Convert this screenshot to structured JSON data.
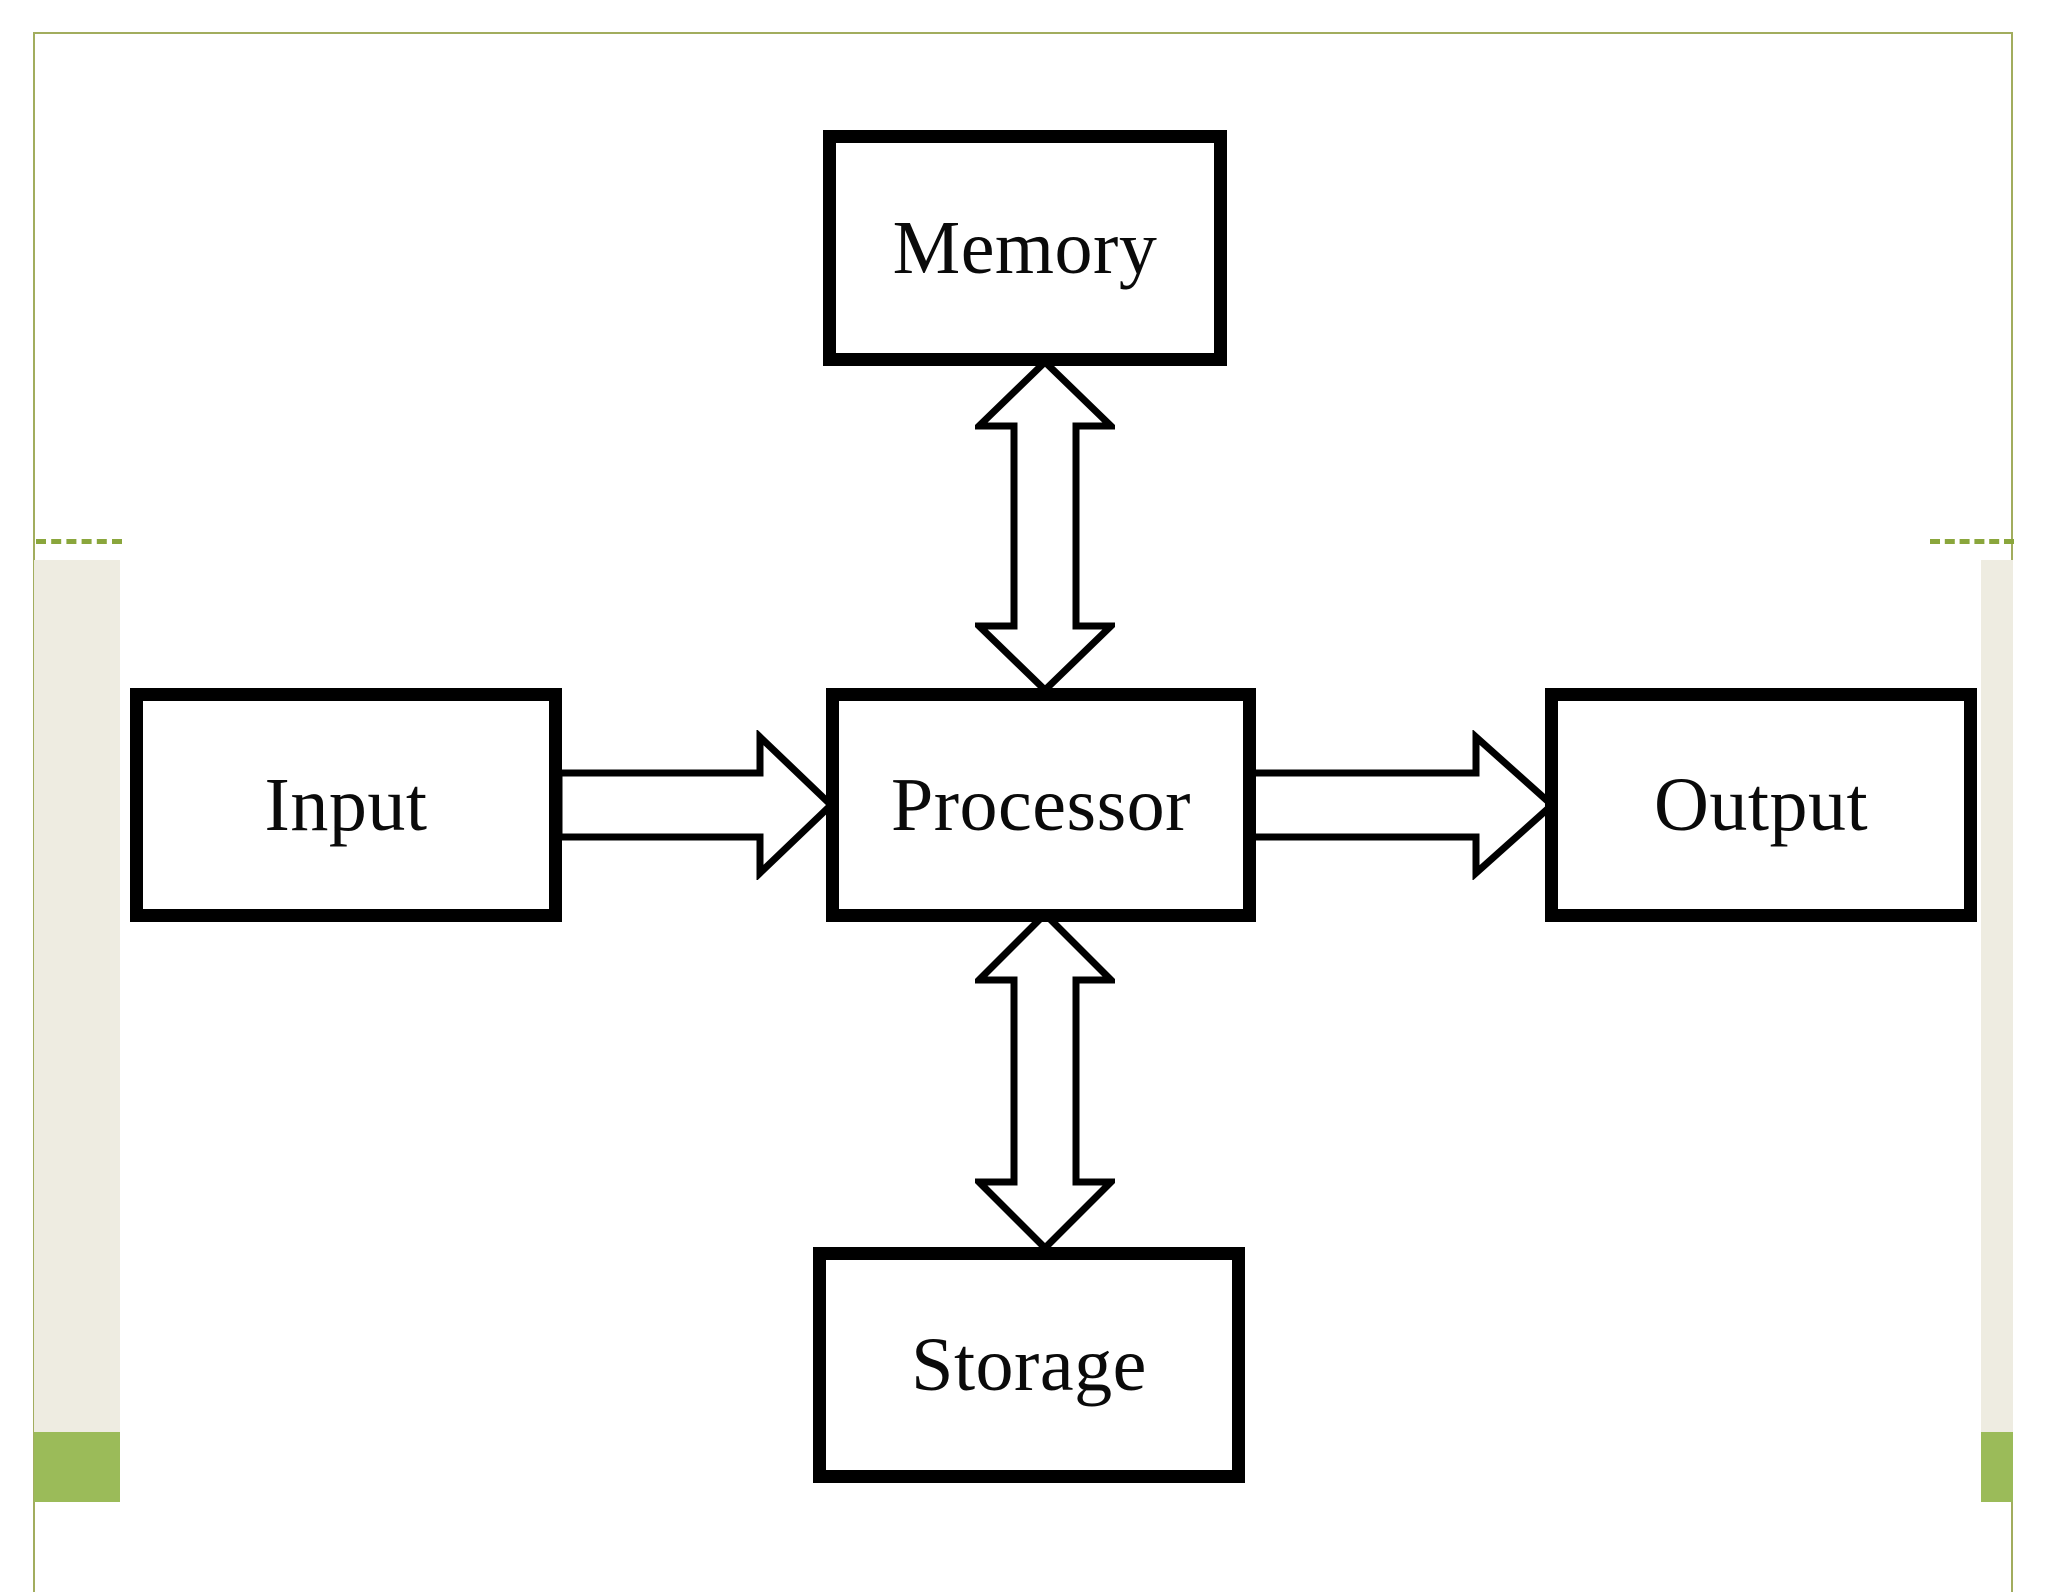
{
  "slide": {
    "background_color": "#ffffff",
    "frame": {
      "border_color": "#a2ad5e",
      "band_color": "#eeece1",
      "accent_block_color": "#9bbb59",
      "dash_rule_color": "#8aa63c"
    }
  },
  "diagram": {
    "title": "",
    "type": "block-diagram",
    "node_border_color": "#000000",
    "node_fill_color": "#ffffff",
    "nodes": [
      {
        "id": "memory",
        "label": "Memory"
      },
      {
        "id": "input",
        "label": "Input"
      },
      {
        "id": "processor",
        "label": "Processor"
      },
      {
        "id": "output",
        "label": "Output"
      },
      {
        "id": "storage",
        "label": "Storage"
      }
    ],
    "connectors": [
      {
        "id": "input-processor",
        "from": "input",
        "to": "processor",
        "style": "block-arrow",
        "direction": "single",
        "orientation": "horizontal"
      },
      {
        "id": "processor-output",
        "from": "processor",
        "to": "output",
        "style": "block-arrow",
        "direction": "single",
        "orientation": "horizontal"
      },
      {
        "id": "memory-processor",
        "from": "memory",
        "to": "processor",
        "style": "block-arrow",
        "direction": "double",
        "orientation": "vertical"
      },
      {
        "id": "processor-storage",
        "from": "processor",
        "to": "storage",
        "style": "block-arrow",
        "direction": "double",
        "orientation": "vertical"
      }
    ]
  }
}
